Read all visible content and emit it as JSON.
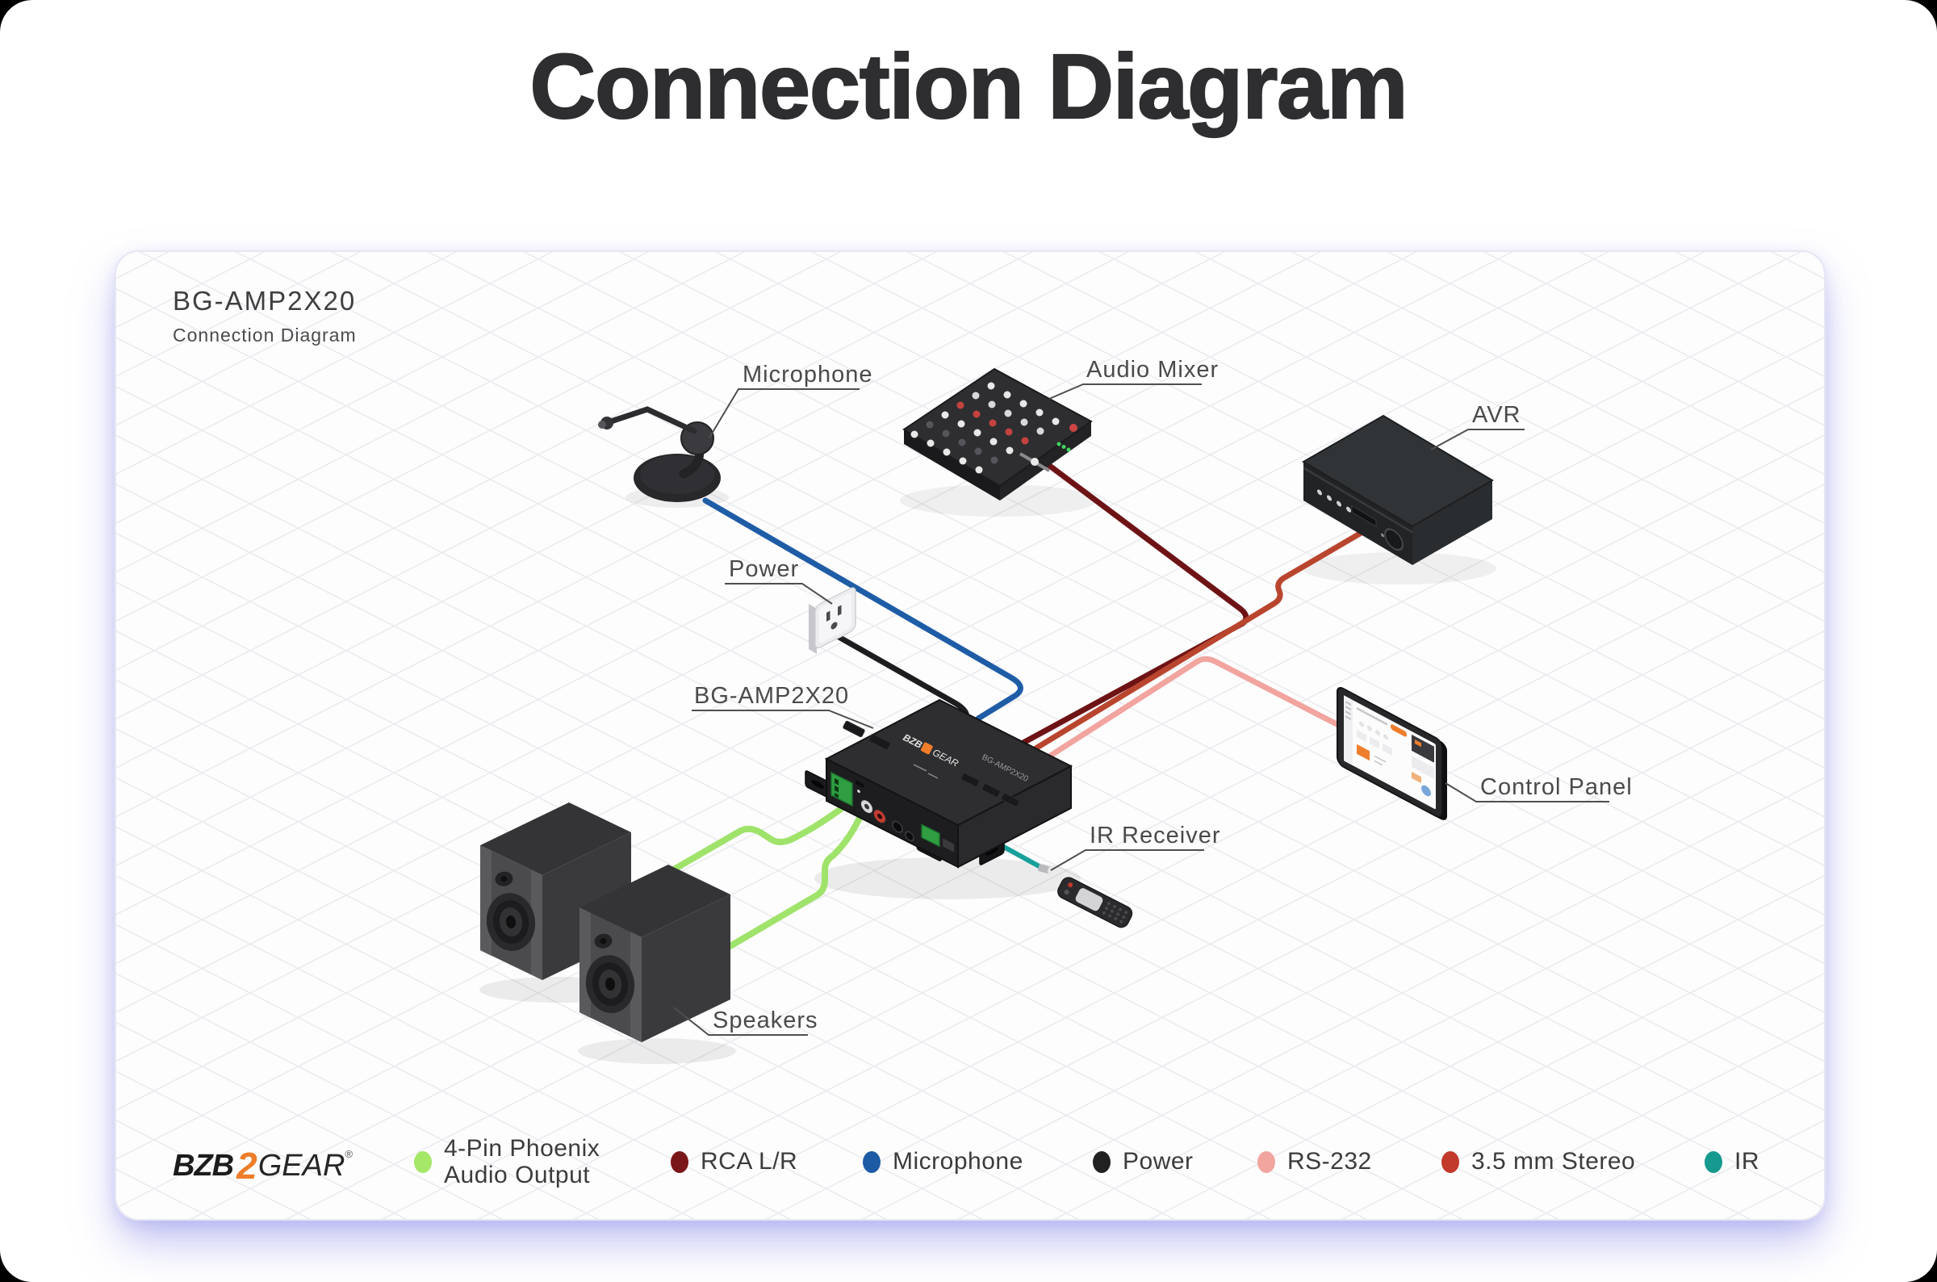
{
  "page": {
    "title": "Connection Diagram"
  },
  "card": {
    "header": {
      "model": "BG-AMP2X20",
      "subtitle": "Connection Diagram"
    },
    "diagram": {
      "labels": {
        "microphone": "Microphone",
        "audio_mixer": "Audio Mixer",
        "avr": "AVR",
        "power": "Power",
        "amplifier": "BG-AMP2X20",
        "control_panel": "Control Panel",
        "ir_receiver": "IR Receiver",
        "speakers": "Speakers"
      },
      "device_markings": {
        "amp_brand_bzb": "BZB",
        "amp_brand_gear": "GEAR",
        "amp_model": "BG-AMP2X20"
      }
    },
    "legend": {
      "items": [
        {
          "label": "4-Pin Phoenix Audio Output",
          "label_line1": "4-Pin Phoenix",
          "label_line2": "Audio Output",
          "color": "#a5e767"
        },
        {
          "label": "RCA L/R",
          "color": "#7a171a"
        },
        {
          "label": "Microphone",
          "color": "#1d5ca5"
        },
        {
          "label": "Power",
          "color": "#212121"
        },
        {
          "label": "RS-232",
          "color": "#f2a49f"
        },
        {
          "label": "3.5 mm Stereo",
          "color": "#c13a2b"
        },
        {
          "label": "IR",
          "color": "#16998f"
        }
      ]
    },
    "brand": {
      "bzb": "BZB",
      "num": "2",
      "gear": "GEAR",
      "reg": "®",
      "orange": "#ee7d2a"
    }
  }
}
